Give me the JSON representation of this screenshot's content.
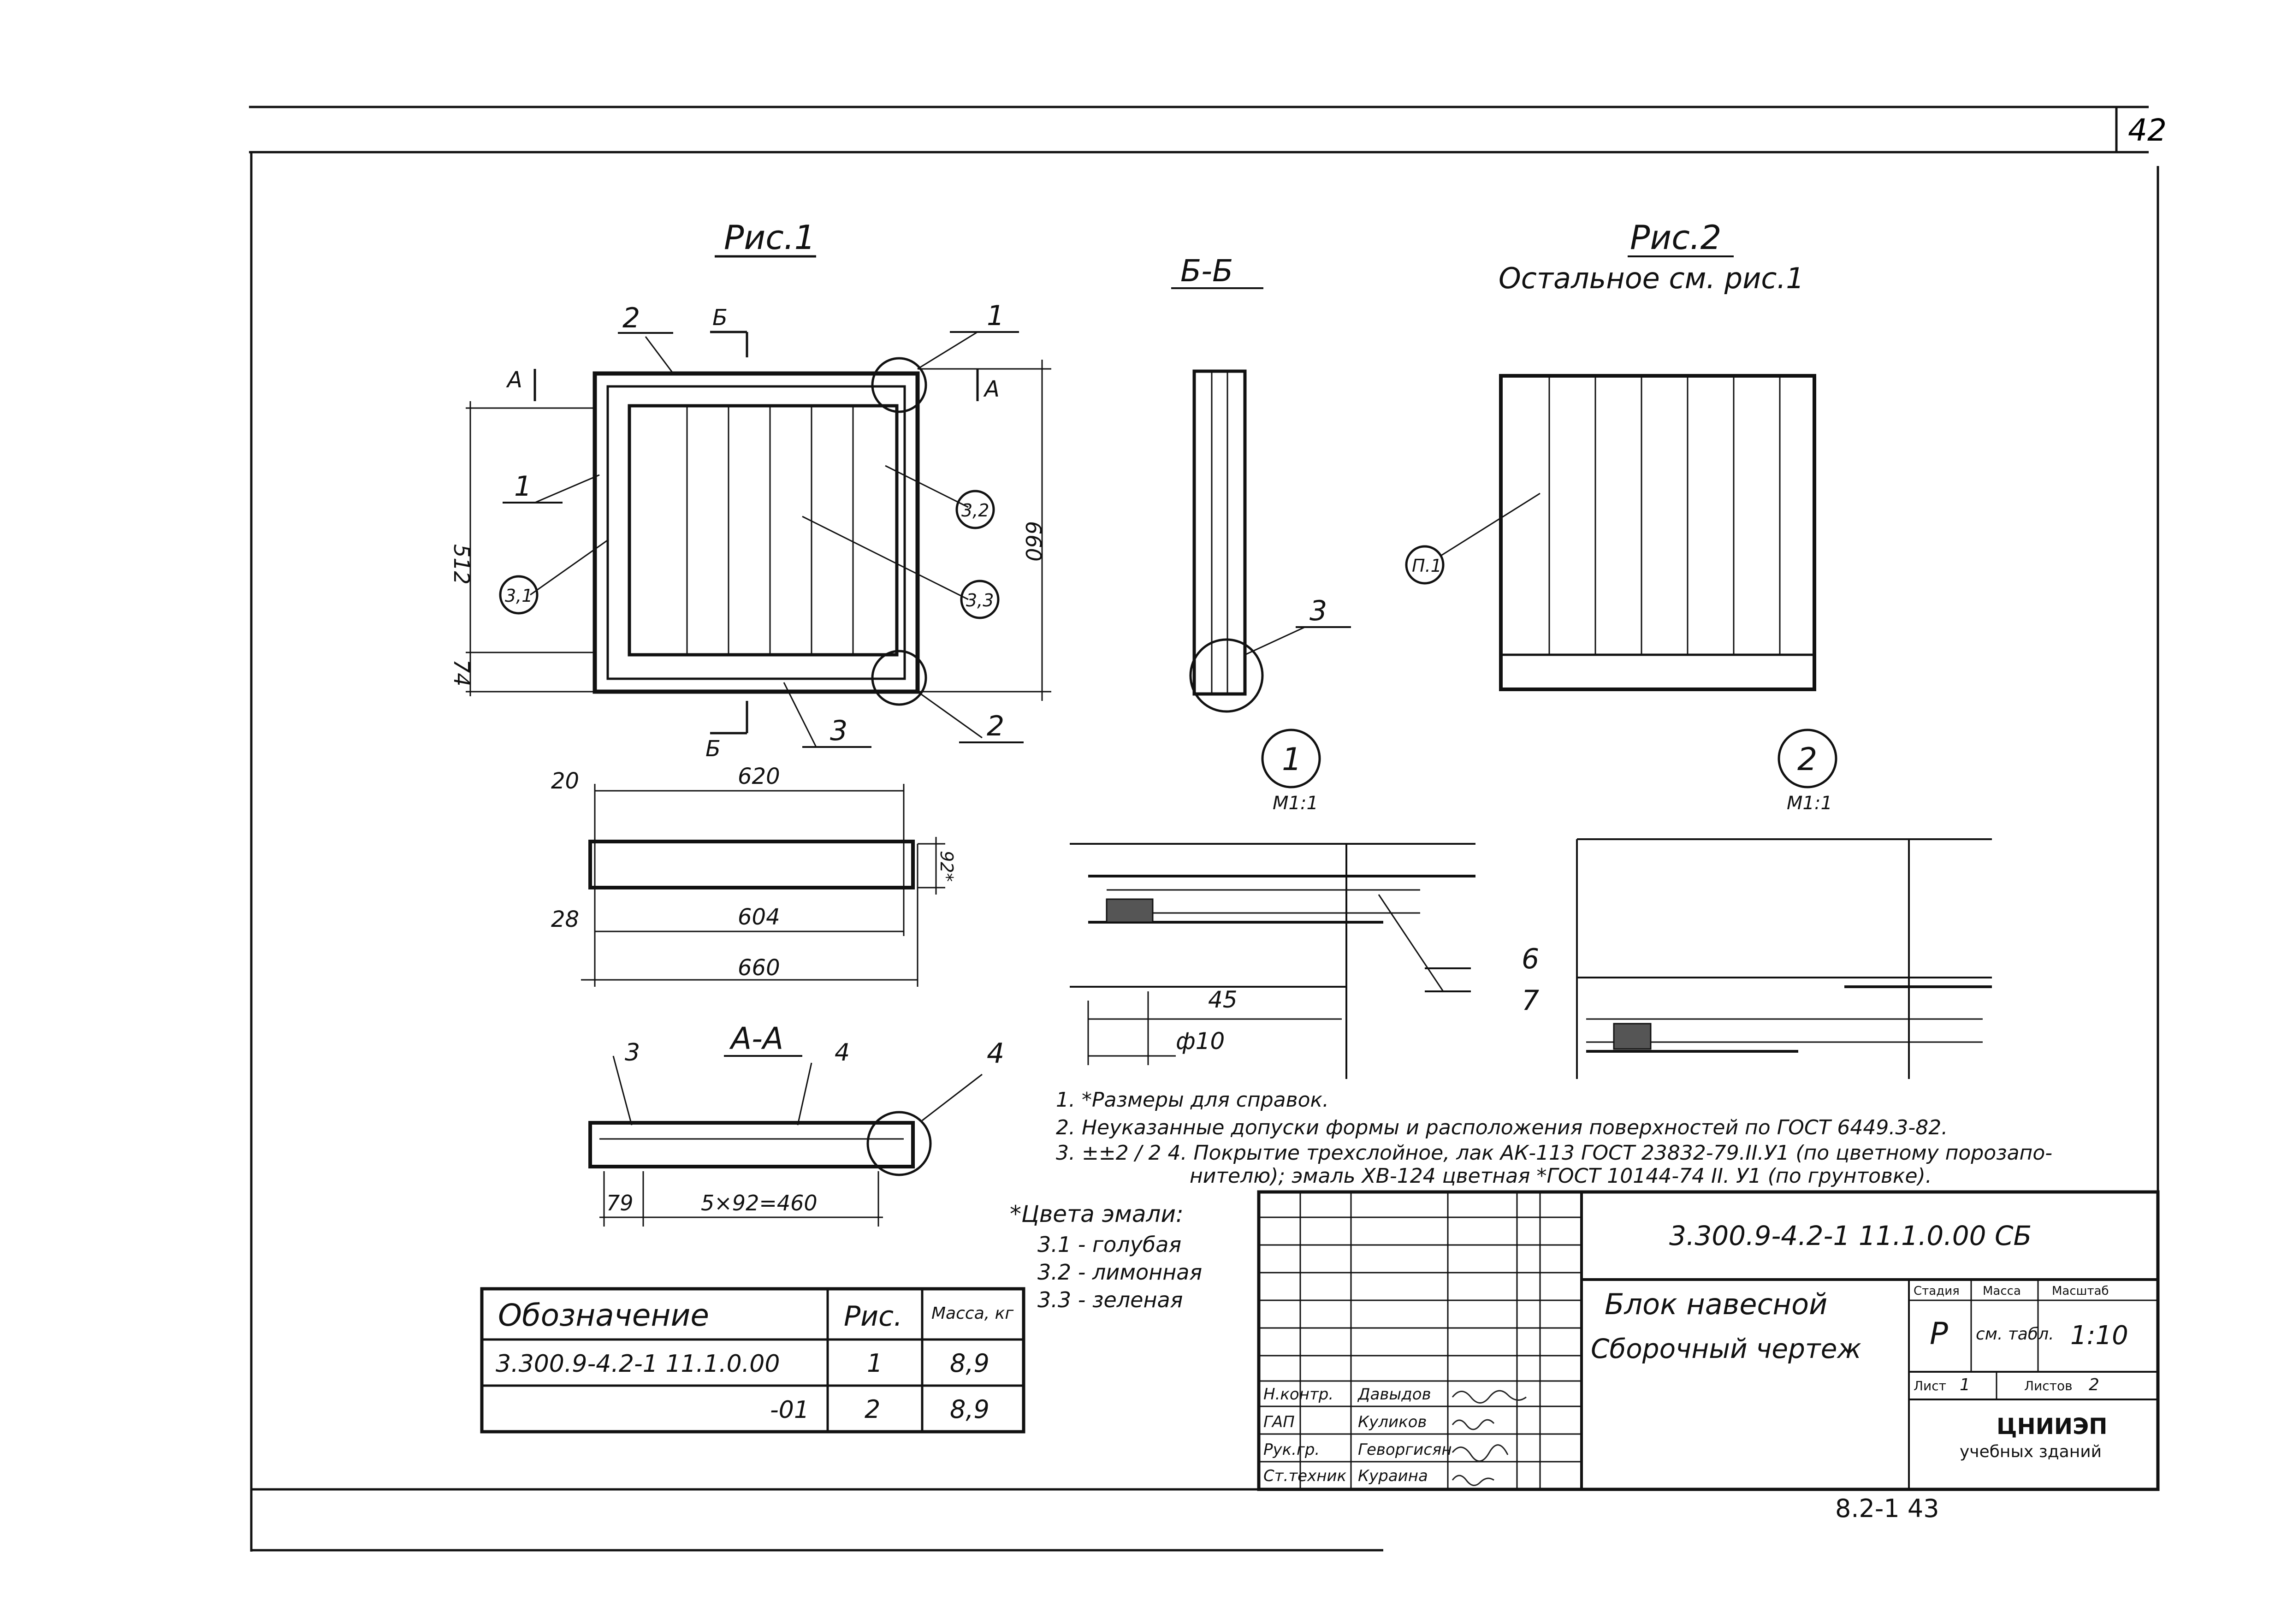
{
  "page_number": "42",
  "figure1": {
    "title": "Рис.1",
    "labels": {
      "pos1_a": "1",
      "pos2_a": "2",
      "pos3_a": "3",
      "pos2_b": "2",
      "pos1_callout": "1",
      "sec_b_top": "Б",
      "sec_b_bot": "Б",
      "sec_a_left": "А",
      "sec_a_right": "А",
      "circ_31": "3,1",
      "circ_32": "3,2",
      "circ_33": "3,3"
    },
    "dims": {
      "height_left": "512",
      "height_bottom": "74",
      "height_total": "660"
    }
  },
  "section_bb": {
    "title": "Б-Б",
    "label_pos": "3"
  },
  "figure2": {
    "title": "Рис.2",
    "subtitle": "Остальное см. рис.1",
    "circ_label": "П.1"
  },
  "plan_view": {
    "dims": {
      "w620": "620",
      "w20": "20",
      "w604": "604",
      "w28": "28",
      "w660": "660",
      "h92": "92*"
    }
  },
  "section_aa": {
    "title": "А-А",
    "labels": {
      "pos3": "3",
      "pos4": "4",
      "pos4_callout": "4"
    },
    "dims": {
      "d79": "79",
      "d460": "5×92=460"
    }
  },
  "details": {
    "detail1": {
      "num": "1",
      "scale": "М1:1"
    },
    "detail2": {
      "num": "2",
      "scale": "М1:1"
    },
    "dims": {
      "d45": "45",
      "dia10": "ф10"
    },
    "labels": {
      "pos6": "6",
      "pos7": "7"
    }
  },
  "notes": [
    "1. *Размеры для справок.",
    "2. Неуказанные допуски формы и расположения поверхностей по ГОСТ 6449.3-82.",
    "3. ±±2 / 2   4. Покрытие трехслойное, лак АК-113 ГОСТ 23832-79.II.У1 (по цветному порозапо-",
    "нителю); эмаль ХВ-124 цветная *ГОСТ 10144-74 II. У1 (по грунтовке)."
  ],
  "enamel_colors": {
    "title": "*Цвета эмали:",
    "items": [
      "3.1 - голубая",
      "3.2 - лимонная",
      "3.3 - зеленая"
    ]
  },
  "spec_table": {
    "headers": {
      "designation": "Обозначение",
      "fig": "Рис.",
      "mass": "Масса, кг"
    },
    "rows": [
      {
        "designation": "3.300.9-4.2-1 11.1.0.00",
        "fig": "1",
        "mass": "8,9"
      },
      {
        "designation": "-01",
        "fig": "2",
        "mass": "8,9"
      }
    ]
  },
  "title_block": {
    "doc_code": "3.300.9-4.2-1 11.1.0.00 СБ",
    "name_line1": "Блок навесной",
    "name_line2": "Сборочный чертеж",
    "stage_header": "Стадия",
    "mass_header": "Масса",
    "scale_header": "Масштаб",
    "stage": "Р",
    "mass": "см. табл.",
    "scale": "1:10",
    "sheet_label": "Лист",
    "sheet": "1",
    "sheets_label": "Листов",
    "sheets": "2",
    "org_line1": "ЦНИИЭП",
    "org_line2": "учебных зданий",
    "roles": [
      {
        "role": "Н.контр.",
        "name": "Давыдов"
      },
      {
        "role": "ГАП",
        "name": "Куликов"
      },
      {
        "role": "Рук.гр.",
        "name": "Геворгисян"
      },
      {
        "role": "Ст.техник",
        "name": "Кураина"
      }
    ]
  },
  "footer_code": "8.2-1   43"
}
